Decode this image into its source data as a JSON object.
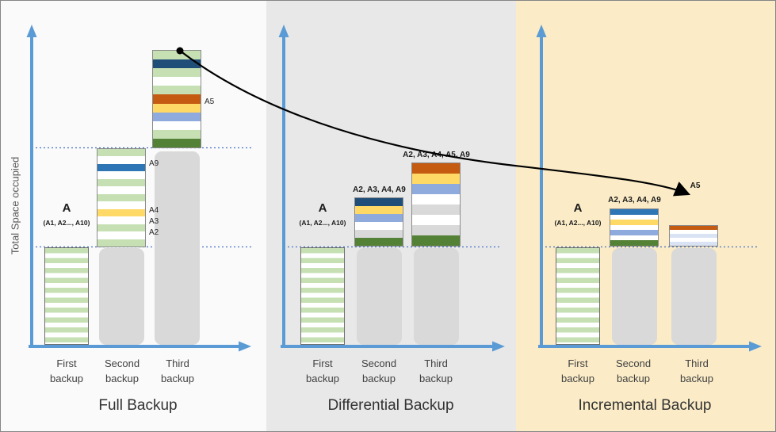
{
  "diagram": {
    "y_axis_label": "Total Space occupied"
  },
  "colors": {
    "axis": "#5b9bd5",
    "dotted": "#4472c4",
    "green": "#c6e0b4",
    "blue": "#2e75b6",
    "navy": "#1f4e79",
    "periwinkle": "#8faadc",
    "yellow": "#ffd966",
    "orange": "#c55a11",
    "darkgreen": "#538135",
    "lightgray": "#d9d9d9",
    "paleblue": "#dae3f3",
    "white": "#ffffff",
    "graybar": "#d9d9d9",
    "flow_arrow": "#000000"
  },
  "panels": [
    {
      "title": "Full Backup",
      "x_labels": [
        "First backup",
        "Second backup",
        "Third backup"
      ],
      "first": {
        "label": "A",
        "sub": "(A1, A2..., A10)"
      },
      "stack2": {
        "stripes": [
          "green",
          "white",
          "blue",
          "white",
          "green",
          "white",
          "green",
          "white",
          "yellow",
          "white",
          "green",
          "white",
          "green"
        ],
        "annotations": [
          "A9",
          "A4",
          "A3",
          "A2"
        ]
      },
      "stack3": {
        "stripes": [
          "green",
          "navy",
          "green",
          "white",
          "green",
          "orange",
          "yellow",
          "periwinkle",
          "white",
          "green",
          "darkgreen"
        ],
        "annotations": [
          "A5"
        ]
      }
    },
    {
      "title": "Differential Backup",
      "x_labels": [
        "First backup",
        "Second backup",
        "Third backup"
      ],
      "first": {
        "label": "A",
        "sub": "(A1, A2..., A10)"
      },
      "stack2": {
        "label": "A2, A3, A4, A9",
        "stripes": [
          "navy",
          "yellow",
          "periwinkle",
          "white",
          "lightgray",
          "darkgreen"
        ]
      },
      "stack3": {
        "label": "A2, A3, A4, A5, A9",
        "stripes": [
          "orange",
          "yellow",
          "periwinkle",
          "white",
          "lightgray",
          "white",
          "lightgray",
          "darkgreen"
        ]
      }
    },
    {
      "title": "Incremental Backup",
      "x_labels": [
        "First backup",
        "Second backup",
        "Third backup"
      ],
      "first": {
        "label": "A",
        "sub": "(A1, A2..., A10)"
      },
      "stack2": {
        "label": "A2, A3, A4, A9",
        "stripes": [
          "blue",
          "white",
          "yellow",
          "white",
          "periwinkle",
          "white",
          "darkgreen"
        ]
      },
      "stack3": {
        "label": "A5",
        "stripes": [
          "orange",
          "white",
          "paleblue",
          "white",
          "paleblue"
        ]
      }
    }
  ]
}
